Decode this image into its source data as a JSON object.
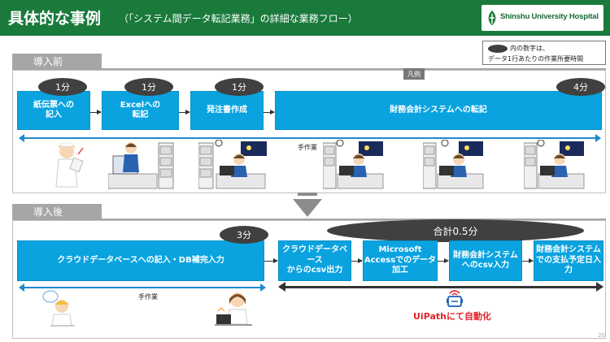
{
  "header": {
    "title": "具体的な事例",
    "subtitle": "（「システム間データ転記業務」の詳細な業務フロー）",
    "logo_text": "Shinshu University Hospital"
  },
  "legend": {
    "line1": "内の数字は、",
    "line2": "データ1行あたりの作業所要時間"
  },
  "before": {
    "label": "導入前",
    "hanrei": "凡例",
    "steps": [
      {
        "label": "紙伝票への\n記入",
        "time": "1分"
      },
      {
        "label": "Excelへの\n転記",
        "time": "1分"
      },
      {
        "label": "発注書作成",
        "time": "1分"
      },
      {
        "label": "財務会計システムへの転記",
        "time": "4分"
      }
    ],
    "manual_label": "手作業"
  },
  "after": {
    "label": "導入後",
    "steps": [
      {
        "label": "クラウドデータベースへの記入・DB補完入力",
        "time": "3分"
      },
      {
        "label": "クラウドデータベース\nからのcsv出力"
      },
      {
        "label": "Microsoft\nAccessでのデータ\n加工"
      },
      {
        "label": "財務会計システム\nへのcsv入力"
      },
      {
        "label": "財務会計システム\nでの支払予定日入\n力"
      }
    ],
    "total": "合計0.5分",
    "manual_label": "手作業",
    "uipath_label": "UiPathにて自動化"
  },
  "page_number": "20",
  "colors": {
    "header_green": "#1a7a3c",
    "process_blue": "#0aa3e0",
    "oval_dark": "#404040",
    "uipath_red": "#e0262b"
  }
}
